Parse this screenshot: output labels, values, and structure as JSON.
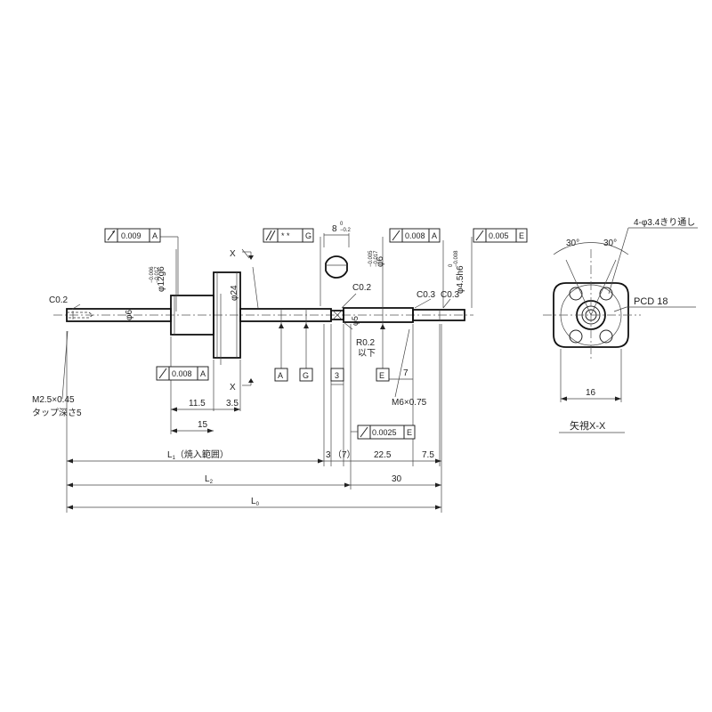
{
  "notes": {
    "c02_left": "C0.2",
    "dia_6": "φ6",
    "tap": "M2.5×0.45",
    "tap_depth": "タップ深さ5",
    "dia_12g6": "φ12g6",
    "tol_12_upper": "−0.006",
    "tol_12_lower": "−0.017",
    "dia_24": "φ24",
    "key_width": "8",
    "key_tol_upper": "0",
    "key_tol_lower": "−0.2",
    "dia_6_right": "φ6",
    "tol_6_upper": "−0.005",
    "tol_6_lower": "−0.017",
    "c02_right": "C0.2",
    "dia_5": "φ5",
    "r02": "R0.2",
    "r02_sub": "以下",
    "c03_a": "C0.3",
    "c03_b": "C0.3",
    "dia_45h6": "φ4.5h6",
    "tol_45_upper": "0",
    "tol_45_lower": "−0.008",
    "m6": "M6×0.75",
    "x_upper": "X",
    "x_lower": "X"
  },
  "fcf": {
    "f1": {
      "value": "0.009",
      "datum": "A"
    },
    "f2": {
      "value": "* *",
      "datum": "G"
    },
    "f3": {
      "value": "0.008",
      "datum": "A"
    },
    "f4": {
      "value": "0.005",
      "datum": "E"
    },
    "f5": {
      "value": "0.008",
      "datum": "A"
    },
    "f6": {
      "value": "0.0025",
      "datum": "E"
    }
  },
  "datums": {
    "a": "A",
    "g": "G",
    "e": "E"
  },
  "dims": {
    "d3_top": "3",
    "d11_5": "11.5",
    "d3_5": "3.5",
    "d15": "15",
    "d7_small": "7",
    "l1": "L",
    "l1_sub": "1",
    "l1_note": "（焼入範囲）",
    "d3": "3",
    "d7p": "（7）",
    "d22_5": "22.5",
    "d7_5": "7.5",
    "l2": "L",
    "l2_sub": "2",
    "d30": "30",
    "l0": "L",
    "l0_sub": "0"
  },
  "view": {
    "angle_left": "30°",
    "angle_right": "30°",
    "holes": "4-φ3.4きり通し",
    "pcd": "PCD 18",
    "width": "16",
    "title": "矢視X-X"
  }
}
